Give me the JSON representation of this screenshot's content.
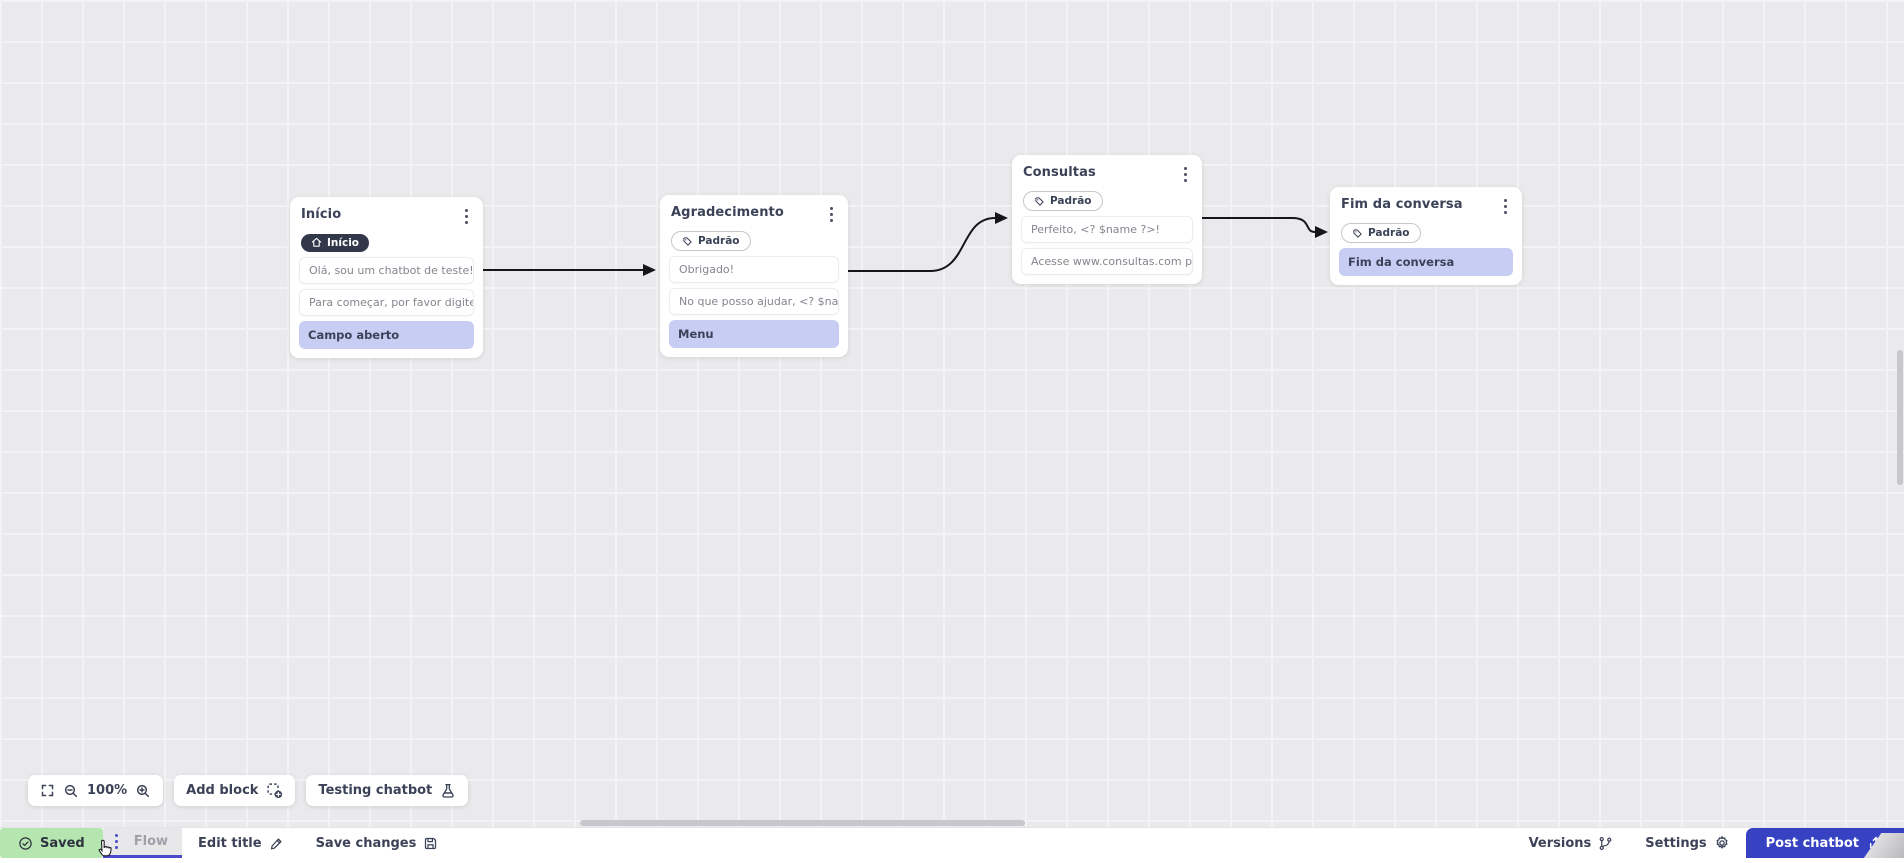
{
  "canvas": {
    "nodes": [
      {
        "title": "Início",
        "badge": {
          "label": "Início",
          "style": "dark",
          "icon": "home-icon"
        },
        "messages": [
          "Olá, sou um chatbot de teste!",
          "Para começar, por favor digite o ..."
        ],
        "highlight": "Campo aberto"
      },
      {
        "title": "Agradecimento",
        "badge": {
          "label": "Padrão",
          "style": "outline",
          "icon": "tag-icon"
        },
        "messages": [
          "Obrigado!",
          "No que posso ajudar, <? $name ..."
        ],
        "highlight": "Menu"
      },
      {
        "title": "Consultas",
        "badge": {
          "label": "Padrão",
          "style": "outline",
          "icon": "tag-icon"
        },
        "messages": [
          "Perfeito, <? $name ?>!",
          "Acesse www.consultas.com par..."
        ],
        "highlight": null
      },
      {
        "title": "Fim da conversa",
        "badge": {
          "label": "Padrão",
          "style": "outline",
          "icon": "tag-icon"
        },
        "messages": [],
        "highlight": "Fim da conversa"
      }
    ]
  },
  "zoom_toolbar": {
    "zoom_level": "100%",
    "add_block_label": "Add block",
    "testing_label": "Testing chatbot"
  },
  "bottom_bar": {
    "saved_label": "Saved",
    "flow_tab_label": "Flow",
    "edit_title_label": "Edit title",
    "save_changes_label": "Save changes",
    "versions_label": "Versions",
    "settings_label": "Settings",
    "post_chatbot_label": "Post chatbot"
  },
  "icons": {
    "saved": "check-circle-icon",
    "flow_tab": "kebab-menu-icon",
    "edit_title": "pencil-icon",
    "save_changes": "floppy-icon",
    "versions": "git-branch-icon",
    "settings": "gear-icon",
    "post_chatbot": "upload-icon",
    "zoom": [
      "fullscreen-icon",
      "zoom-out-icon",
      "zoom-in-icon"
    ],
    "add_block": "add-block-icon",
    "testing": "flask-icon"
  },
  "colors": {
    "accent_blue": "#3742c2",
    "tab_underline": "#4b4bcb",
    "highlight_purple": "#c7cdf3",
    "saved_green": "#b5e6b0",
    "dark_badge": "#32374a",
    "canvas_bg": "#eaeaec",
    "edge_black": "#16161a"
  }
}
